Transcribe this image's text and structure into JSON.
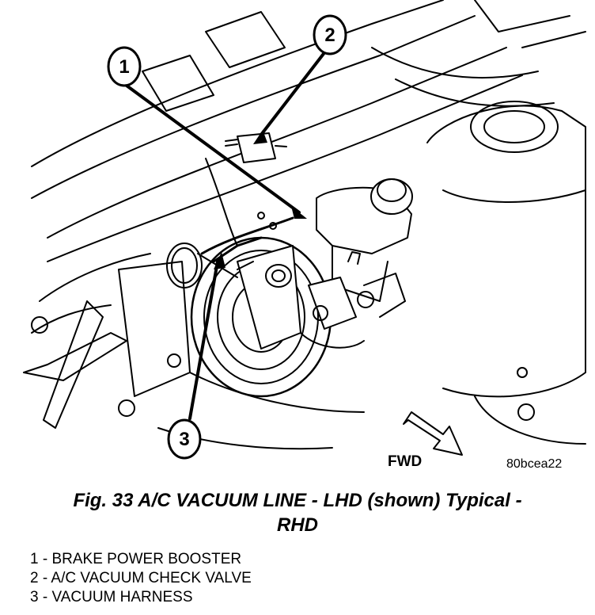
{
  "figure": {
    "callouts": [
      "1",
      "2",
      "3"
    ],
    "fwd_label": "FWD",
    "image_code": "80bcea22"
  },
  "caption": {
    "line1": "Fig. 33 A/C VACUUM LINE - LHD (shown) Typical -",
    "line2": "RHD"
  },
  "legend": [
    "1 - BRAKE POWER BOOSTER",
    "2 - A/C VACUUM CHECK VALVE",
    "3 - VACUUM HARNESS"
  ]
}
